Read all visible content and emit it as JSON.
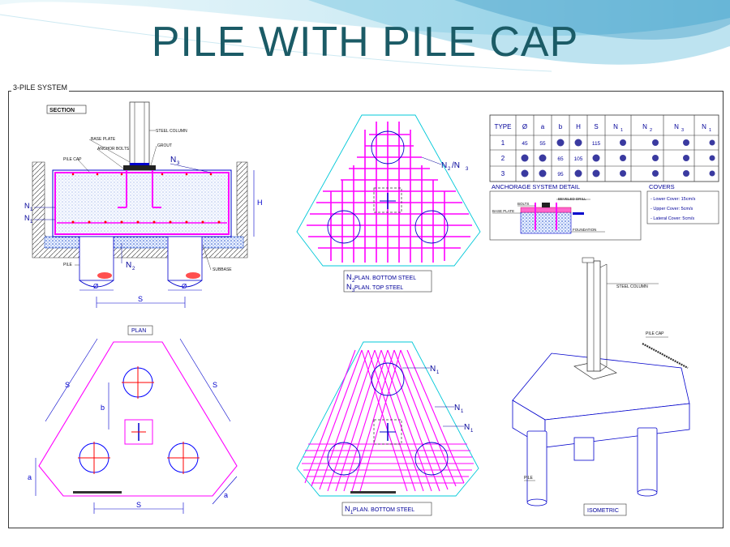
{
  "title": "PILE WITH PILE CAP",
  "system_label": "3-PILE SYSTEM",
  "section": {
    "title": "SECTION",
    "labels": {
      "base_plate": "BASE PLATE",
      "anchor_bolts": "ANCHOR BOLTS",
      "steel_column": "STEEL COLUMN",
      "grout": "GROUT",
      "pile_cap": "PILE CAP",
      "pile": "PILE",
      "subbase": "SUBBASE",
      "h": "H",
      "s": "S",
      "phi": "Ø",
      "n1": "N",
      "n1_sub": "1",
      "n2_sub": "2",
      "n3_sub": "3"
    }
  },
  "top_plan": {
    "label_n2": "N",
    "label_n2_sub": "2",
    "label_sep": "/N",
    "label_n3_sub": "3",
    "caption_1_n": "N",
    "caption_1_sub": "2",
    "caption_1": " PLAN. BOTTOM STEEL",
    "caption_2_n": "N",
    "caption_2_sub": "3",
    "caption_2": " PLAN. TOP STEEL"
  },
  "table": {
    "headers": [
      "TYPE",
      "Ø",
      "a",
      "b",
      "H",
      "S",
      "N",
      "N",
      "N",
      "N"
    ],
    "header_subs": [
      "",
      "",
      "",
      "",
      "",
      "",
      "1",
      "2",
      "3",
      "1"
    ],
    "rows": [
      [
        "1",
        "45",
        "55",
        "",
        "",
        "115",
        "",
        "",
        "",
        ""
      ],
      [
        "2",
        "",
        "",
        "65",
        "105",
        "",
        "",
        "",
        "",
        ""
      ],
      [
        "3",
        "",
        "",
        "95",
        "",
        "",
        "",
        "",
        "",
        ""
      ]
    ]
  },
  "anchorage": {
    "title": "ANCHORAGE SYSTEM DETAIL",
    "labels": [
      "BEVELED DRILL",
      "BOLTS",
      "BASE PLATE",
      "FOUNDATION"
    ]
  },
  "covers": {
    "title": "COVERS",
    "items": [
      "- Lower Cover: 15cm/s",
      "- Upper Cover: 5cm/s",
      "- Lateral Cover: 5cm/s"
    ]
  },
  "plan": {
    "title": "PLAN",
    "labels": {
      "s": "S",
      "b": "b",
      "a": "a"
    }
  },
  "bottom_plan": {
    "label": "N",
    "label_sub": "1",
    "caption_n": "N",
    "caption_sub": "1",
    "caption": " PLAN. BOTTOM STEEL"
  },
  "isometric": {
    "title": "ISOMETRIC",
    "labels": {
      "steel_column": "STEEL COLUMN",
      "pile_cap": "PILE CAP",
      "pile": "PILE"
    }
  },
  "colors": {
    "title": "#1b5b66",
    "rebar": "#ff00ff",
    "outline": "#00c8d8",
    "dim": "#0000cc",
    "pile_circle": "#0000ff",
    "cross": "#ff0000",
    "hatch": "#3b6fd8",
    "table_blue": "#3a3aa0"
  }
}
